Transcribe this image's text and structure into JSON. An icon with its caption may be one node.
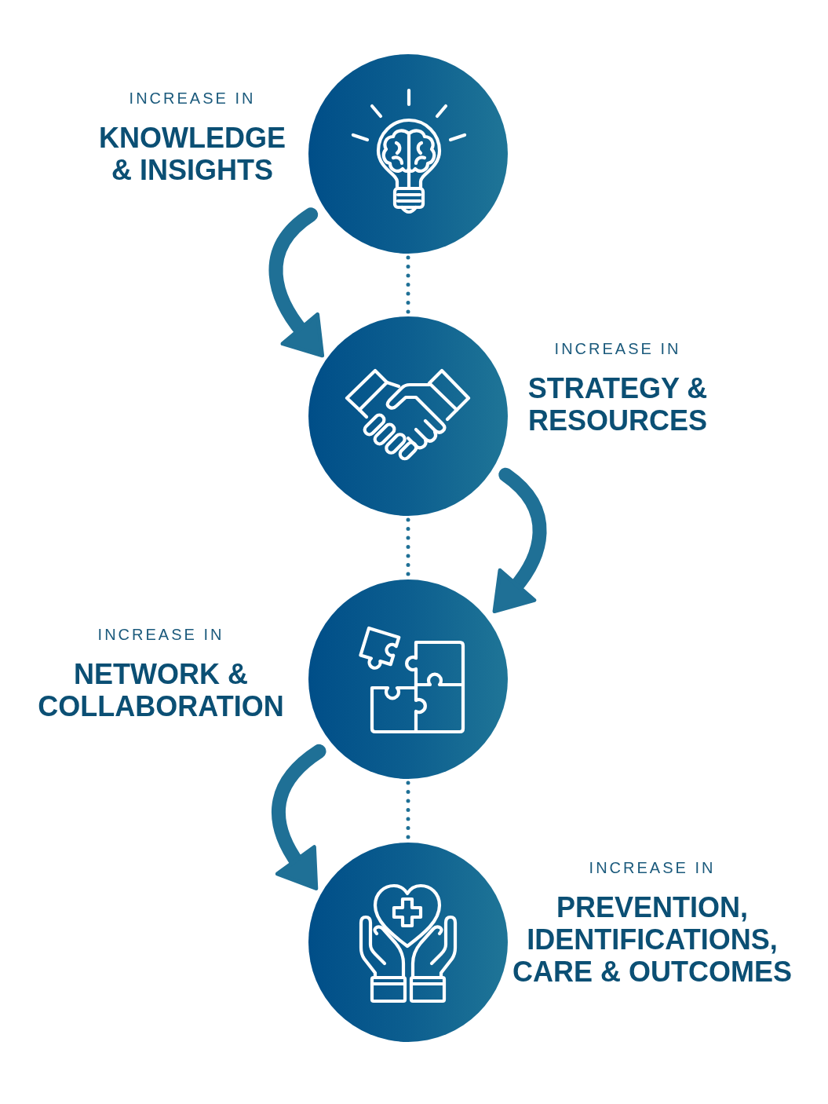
{
  "diagram": {
    "nodes": [
      {
        "text": [],
        "shape": "circle",
        "beside": [
          "INCREASE IN",
          "KNOWLEDGE & INSIGHTS"
        ]
      },
      {
        "text": [],
        "shape": "circle",
        "beside": [
          "INCREASE IN",
          "STRATEGY & RESOURCES"
        ]
      },
      {
        "text": [],
        "shape": "circle",
        "beside": [
          "INCREASE IN",
          "NETWORK & COLLABORATION"
        ]
      },
      {
        "text": [],
        "shape": "circle",
        "beside": [
          "INCREASE IN",
          "PREVENTION, IDENTIFICATIONS, CARE & OUTCOMES"
        ]
      }
    ],
    "edges": [
      {
        "from": 0,
        "to": 1,
        "arrow": "to",
        "style": "thick"
      },
      {
        "from": 1,
        "to": 2,
        "arrow": "to",
        "style": "thick"
      },
      {
        "from": 2,
        "to": 3,
        "arrow": "to",
        "style": "thick"
      },
      {
        "from": 0,
        "to": 1,
        "arrow": "none",
        "style": "dashed"
      },
      {
        "from": 1,
        "to": 2,
        "arrow": "none",
        "style": "dashed"
      },
      {
        "from": 2,
        "to": 3,
        "arrow": "none",
        "style": "dashed"
      }
    ]
  }
}
